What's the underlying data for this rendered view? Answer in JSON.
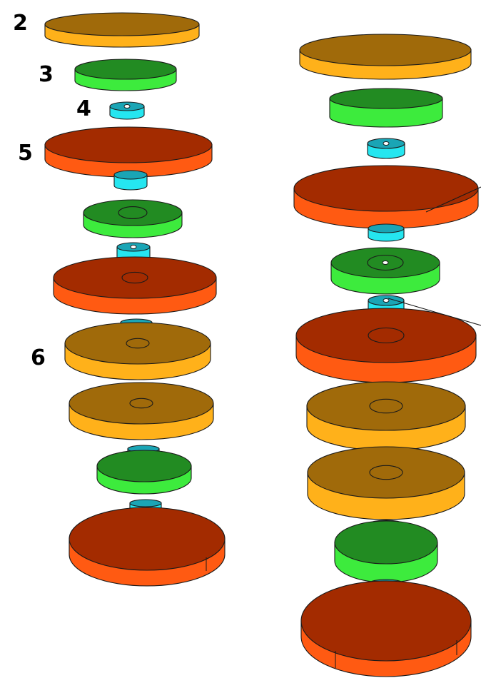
{
  "labels": {
    "l2": "2",
    "l3": "3",
    "l4": "4",
    "l5": "5",
    "l6": "6"
  },
  "materials": {
    "orange": {
      "top": "#A06A0A",
      "side": "#FFB11A"
    },
    "green": {
      "top": "#228B22",
      "side": "#3DEB3D"
    },
    "cyan": {
      "top": "#1AA5B5",
      "side": "#25E6F0"
    },
    "red": {
      "top": "#A32B00",
      "side": "#FF5A12"
    }
  },
  "edge_color": "#1a1a1a"
}
